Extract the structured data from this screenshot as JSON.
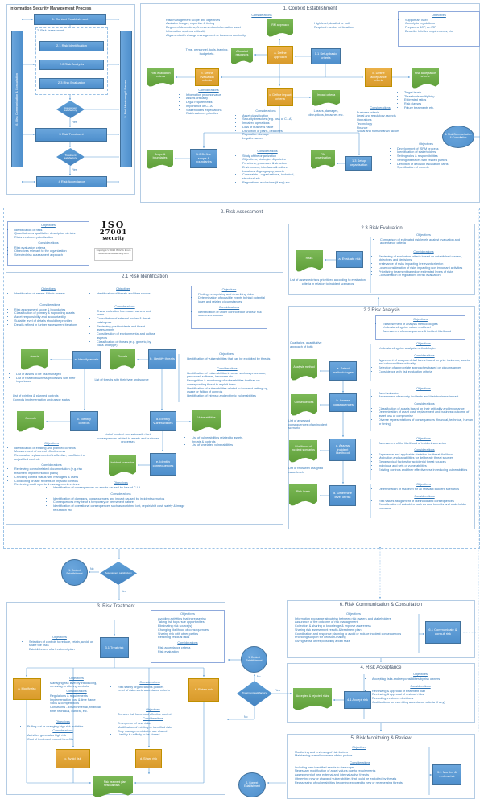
{
  "labels": {
    "objectives": "Objectives",
    "considerations": "Considerations",
    "yes": "Yes",
    "no": "No"
  },
  "flowchart": {
    "title": "Information Security Management Process",
    "step1": "1. Context Establishment",
    "step2": "2. Risk Assessment",
    "step21": "2.1 Risk Identification",
    "step22": "2.2 Risk Analysis",
    "step23": "2.3 Risk Evaluation",
    "decision1": "Assessment satisfactory",
    "step3": "3 Risk Treatment",
    "decision2": "Treatment satisfactory",
    "step4": "4 Risk Acceptance",
    "left_bar": "6. Risk Communication & Consultation",
    "right_bar": "5. Risk Monitoring & Review"
  },
  "context": {
    "title": "1. Context Establishment",
    "considerations_top": [
      "Risk management scope and objectives",
      "Available budget, expertise & timing",
      "Degree of dependency/investment on information asset",
      "Information systems criticality",
      "Alignment with change management or business continuity"
    ],
    "objectives_box": [
      "Support an ISMS",
      "Comply to regulations",
      "Prepare a BCP, an IRP",
      "Describe InfoSec requirements, etc."
    ],
    "rm_approach": "RM approach",
    "rm_notes": [
      "High-level, detailed or both",
      "Required number of iterations"
    ],
    "resources_note": "Time, personnel, tools, training, budget etc.",
    "allocated_resources": "Allocated resources",
    "define_approach": "a. Define approach",
    "setup_basic": "1.1 Setup basic criteria",
    "define_eval": "b. Define evaluation criteria",
    "risk_eval_criteria": "Risk evaluation criteria",
    "eval_considerations": [
      "Information process value",
      "Assets criticality",
      "Legal requirements",
      "Importance of C.I.A",
      "Stakeholders expectations",
      "Risk treatment priorities"
    ],
    "define_impact": "c. Define impact criteria",
    "impact_criteria": "Impact criteria",
    "impact_note": "Losses, damages, disruptions, breaches etc.",
    "impact_considerations": [
      "Asset classification",
      "Security breaches (e.g. loss of C.I.A)",
      "Impaired operations",
      "Loss of business value",
      "Disruption of plans, deadlines",
      "Reputation damage",
      "Legal breaches"
    ],
    "define_accept": "d. Define acceptance criteria",
    "risk_accept_criteria": "Risk acceptance criteria",
    "accept_notes": [
      "Target levels",
      "Thresholds multiplicity",
      "Estimated ratios",
      "Risk classes",
      "Future treatments etc."
    ],
    "accept_considerations": [
      "Business criteria",
      "Legal and regulatory aspects",
      "Operations",
      "Technology",
      "Finance",
      "Social and humanitarian factors"
    ],
    "scope_boundaries": "Scope & boundaries",
    "define_scope": "1.2 Define scope & boundaries",
    "scope_considerations": [
      "Study of the organization",
      "Objectives, strategies & policies",
      "Functions, processes & structure",
      "Environment, interfaces & culture",
      "Locations & geography, assets",
      "Constraints - organizational, technical, structural etc.",
      "Regulations, exclusions (if any) etc."
    ],
    "rm_org": "RM organisation",
    "setup_org": "1.3 Setup organisation",
    "org_objectives": [
      "Development of ISRM process",
      "Identification of stakeholders",
      "Setting roles & responsibilities",
      "Setting interfaces with related parties",
      "Definition of decision escalation paths",
      "Specification of records"
    ],
    "comm_circle": "6. Risk Communication & Consultation"
  },
  "assessment": {
    "title": "2. Risk Assessment",
    "objectives": [
      "Identification of risks",
      "Quantitative or qualitative description of risks",
      "Risks treatment prioritization"
    ],
    "considerations": [
      "Risk evaluation criteria",
      "Objectives relevant to the organization",
      "Selected risk assessment approach"
    ],
    "logo_line1": "ISO",
    "logo_line2": "27001",
    "logo_line3": "security",
    "copyright": "Copyright © 2016 ISO27k forum www.ISO27001security.com"
  },
  "identification": {
    "title": "2.1 Risk Identification",
    "assets_objectives": [
      "Identification of assets & their owners."
    ],
    "assets_considerations": [
      "Risk assessment scope & boundaries",
      "Classification of primary & supporting assets",
      "Asset responsibility and accountability",
      "Suitable level of details should be provided",
      "Details refined in further assessment iterations"
    ],
    "threats_objectives": [
      "Identification of threats and their source"
    ],
    "threats_considerations": [
      "Threat collection from asset owners and users",
      "Consultation of external bodies & threat catalogues",
      "Reviewing past incidents and threat assessments",
      "Consideration of environmental and cultural aspects",
      "Classification of threats (e.g. generic, by class and type)"
    ],
    "risks_box_objectives": [
      "Finding, recognizing and describing risks",
      "Determination of possible events behind potential loses and related circumstances"
    ],
    "risks_box_considerations": [
      "Identification of under controlled or unclear risk sources or causes"
    ],
    "scroll_assets": "Assets",
    "box_a": "a. Identify assets",
    "scroll_threats": "Threats",
    "box_b": "b. Identify threats",
    "assets_output": [
      "List of assets to be risk-managed",
      "List of related business processes with their importance"
    ],
    "threats_output": "List of threats with their type and source",
    "controls_output": [
      "List of existing & planned controls",
      "Controls implementation and usage status"
    ],
    "scroll_controls": "Controls",
    "box_c": "c. Identify controls",
    "box_d": "d. Identify vulnerabilities",
    "scroll_vuln": "Vulnerabilities",
    "vuln_objectives": [
      "Identification of vulnerabilities that can be exploited by threats"
    ],
    "vuln_considerations": [
      "Identification of vulnerabilities in areas such as processes, personnel, software, hardware etc",
      "Recognition & monitoring of vulnerabilities that has no corresponding threat to exploit them",
      "Identification of vulnerabilities related to incorrect setting-up, usage or failing of controls",
      "Identification of intrinsic and extrinsic vulnerabilities"
    ],
    "controls_objectives": [
      "Identification of existing and planned controls",
      "Measurement of control effectiveness",
      "Removal or replacement of ineffective, insufficient or unjustified controls"
    ],
    "controls_considerations": [
      "Reviewing control related documentation (e.g. risk treatment implementation plans)",
      "Checking control status with managers & users",
      "Conducting on-site reviews of physical controls",
      "Reviewing audit reports & management reviews"
    ],
    "vuln_output": [
      "List of vulnerabilities related to assets, threats & controls",
      "List of unrelated vulnerabilities"
    ],
    "incident_output": "List of incident scenarios with their consequences related to assets and business processes",
    "scroll_incident": "Incident scenarios",
    "box_e": "e. Identify consequences",
    "conseq_objectives": [
      "Identification of consequences on assets caused by loss of C.I.A"
    ],
    "conseq_considerations": [
      "Identification of damages, consequences and impact caused by incident scenarios",
      "Consequences may be of a temporary or permanent nature",
      "Identification of operational consequences such as worktime lost, repair/shift cost, safety & image reputation etc."
    ]
  },
  "evaluation": {
    "title": "2.3 Risk Evaluation",
    "objectives": [
      "Comparison of estimated risk levels against evaluation and acceptance criteria"
    ],
    "considerations": [
      "Reviewing of evaluation criteria based on established context, objectives and decisions",
      "Irrelevance of risks impacting irrelevant criterion",
      "Lower consideration of risks impacting non important activities",
      "Prioritizing treatment based on estimated levels of risks",
      "Consideration of regulations in risk evaluation"
    ],
    "scroll_risks": "Risks",
    "box_a": "a. Evaluate risk",
    "output": "List of assessed risks prioritized according to evaluation criteria in relation to incident scenarios"
  },
  "analysis": {
    "title": "2.2 Risk Analysis",
    "objectives": [
      "Establishment of analysis methodologies",
      "Understanding risk nature and level",
      "Assessment of consequences & incident likelihood"
    ],
    "approach_note": "Qualitative, quantitative approach of both",
    "scroll_method": "Analysis method",
    "box_a": "a. Select methodologies",
    "method_objectives": [
      "Understanding risk analysis methodologies"
    ],
    "method_considerations": [
      "Agreement of analysis detail levels based on prior incidents, assets and vulnerabilities criticality",
      "Selection of appropriate approaches based on circumstances",
      "Consistence with risk evaluation criteria"
    ],
    "scroll_conseq": "Consequences",
    "box_b": "b. Assess consequences",
    "conseq_objectives": [
      "Asset valuation",
      "Assessment of security incidents and their business impact"
    ],
    "conseq_considerations": [
      "Classification of assets based on their criticality and importance",
      "Determination of asset cost, replacement and business outcome of asset loss or compromise",
      "Diverse representations of consequences (financial, technical, human or timing)"
    ],
    "conseq_output": "List of assessed consequences of an incident scenario",
    "scroll_likelihood": "Likelihood of incident scenarios",
    "box_c": "c. Assess incident likelihood",
    "likelihood_objectives": [
      "Assessment of the likelihood of incident scenarios"
    ],
    "likelihood_considerations": [
      "Experience and applicable statistics for threat likelihood",
      "Motivation and capabilities for deliberate threat sources",
      "Geographical factors for accidental threat sources",
      "Individual and sets of vulnerabilities",
      "Existing controls and their effectiveness in reducing vulnerabilities"
    ],
    "levels_output": "List of risks with assigned value levels",
    "scroll_levels": "Risk levels",
    "box_d": "d. Determine level of risk",
    "level_objectives": [
      "Determination of risk level for all relevant incident scenarios"
    ],
    "level_considerations": [
      "Risk values assignment of likelihood and consequences",
      "Consideration of valuables such as cost benefits and stakeholder concerns"
    ]
  },
  "transition": {
    "circle": "1. Context Establishment",
    "decision": "Assessment satisfactory"
  },
  "treatment": {
    "title": "3. Risk Treatment",
    "objectives": [
      "Avoiding activities that increase risk",
      "Taking risk to pursue opportunities",
      "Eliminating risk source(s)",
      "Changing likelihood of consequences",
      "Sharing risk with other parties",
      "Retaining residual risks"
    ],
    "considerations": [
      "Risk acceptance criteria",
      "Risk evaluation"
    ],
    "box_treat": "3.1 Treat risk",
    "treat_objectives": [
      "Selection of controls to reduce, retain, avoid, or share the risks",
      "Establishment of a treatment plan"
    ],
    "box_modify": "a. Modify risk",
    "modify_objectives": [
      "Managing risk level by introducing, removing or altering controls."
    ],
    "modify_considerations": [
      "Regulations & requirements",
      "Implementation cost & time frame",
      "Skills & competences",
      "Constraints - Environmental, financial, time, technical, cultural, etc."
    ],
    "box_retain": "b. Retain risk",
    "retain_considerations": [
      "Risk satisfy organization's policies",
      "Level of risk meets acceptance criteria"
    ],
    "avoid_objectives": [
      "Pulling out or changing high risk activities"
    ],
    "avoid_considerations": [
      "Activities generates high risk",
      "Cost of treatment exceed benefits"
    ],
    "box_avoid": "c. Avoid risk",
    "share_objectives": [
      "Transfer risk for a most effective control"
    ],
    "share_considerations": [
      "Emergence of new risks",
      "Modification of existing or identified risks",
      "Only management duties are shared",
      "Liability is unlikely to be shared"
    ],
    "box_share": "d. Share risk",
    "output": [
      "Risk treatment plan",
      "Residual risks"
    ]
  },
  "communication": {
    "title": "6. Risk Communication & Consultation",
    "objectives": [
      "Information exchange about risk between risk owners and stakeholders",
      "Assurance of the outcome of risk management",
      "Collection & sharing of knowledge & improve awareness",
      "Sharing risk assessment results & treatment plan",
      "Coordination and response planning to avoid or reduce incident consequences",
      "Providing support for decision-making",
      "Giving sense of responsibility about risks"
    ],
    "box": "6.1 Communicate & consult risk"
  },
  "acceptance": {
    "title": "4. Risk Acceptance",
    "objectives": [
      "Accepting risks and responsibilities by risk owners"
    ],
    "considerations": [
      "Reviewing & approval of treatment plan",
      "Reviewing & approval of residual risks",
      "Recording treatment decisions",
      "Justifications for overriding acceptance criteria (if any)"
    ],
    "scroll": "Accepted & rejected risks",
    "box": "4.1 Accept risk"
  },
  "monitoring": {
    "title": "5. Risk Monitoring & Review",
    "objectives": [
      "Monitoring and reviewing of risk factors",
      "Maintaining overall overview of risk picture"
    ],
    "considerations": [
      "Including new identified assets in the scope",
      "Necessary modification of asset values due to requirements",
      "Assessment of new external and internal active threats",
      "Observing new or changed vulnerabilities that could be exploited by threats",
      "Reassessing of vulnerabilities becoming exposed to new or re-emerging threats"
    ],
    "box": "5.1 Monitor & review risk"
  },
  "bottom": {
    "circle1": "1. Context Establishment",
    "decision": "Treatment satisfactory",
    "circle2": "1. Context Establishment"
  }
}
